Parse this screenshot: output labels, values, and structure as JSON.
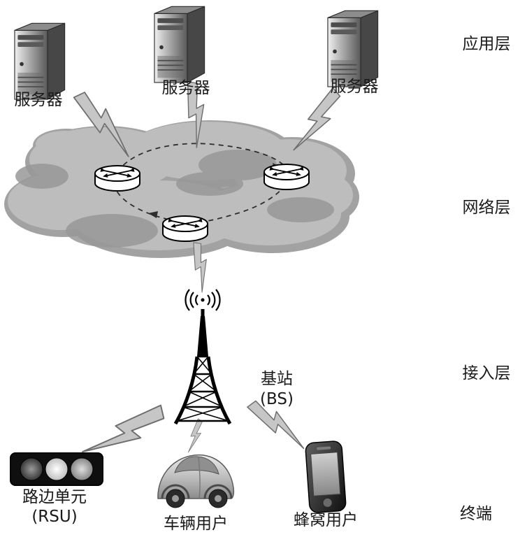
{
  "layer_labels": {
    "application": "应用层",
    "network": "网络层",
    "access": "接入层",
    "terminal": "终端"
  },
  "nodes": {
    "servers": [
      {
        "label": "服务器"
      },
      {
        "label": "服务器"
      },
      {
        "label": "服务器"
      }
    ],
    "base_station": {
      "name": "基站",
      "abbr": "(BS)"
    },
    "rsu": {
      "name": "路边单元",
      "abbr": "(RSU)"
    },
    "vehicle_user": {
      "label": "车辆用户"
    },
    "cellular_user": {
      "label": "蜂窝用户"
    }
  },
  "icons": {
    "server": "server-tower-icon",
    "router": "router-cylinder-icon",
    "cloud": "network-cloud-icon",
    "lightning": "wireless-link-bolt-icon",
    "base_station": "base-station-tower-icon",
    "radio_waves": "radio-waves-icon",
    "rsu": "roadside-unit-icon",
    "car": "vehicle-icon",
    "phone": "cellphone-icon"
  },
  "colors": {
    "background": "#ffffff",
    "text": "#1a1a1a",
    "cloud_gray": "#b3b3b3",
    "cloud_dark": "#9a9a9a",
    "bolt_gray": "#c6c6c6",
    "tower_black": "#000000",
    "router_white": "#ffffff"
  }
}
